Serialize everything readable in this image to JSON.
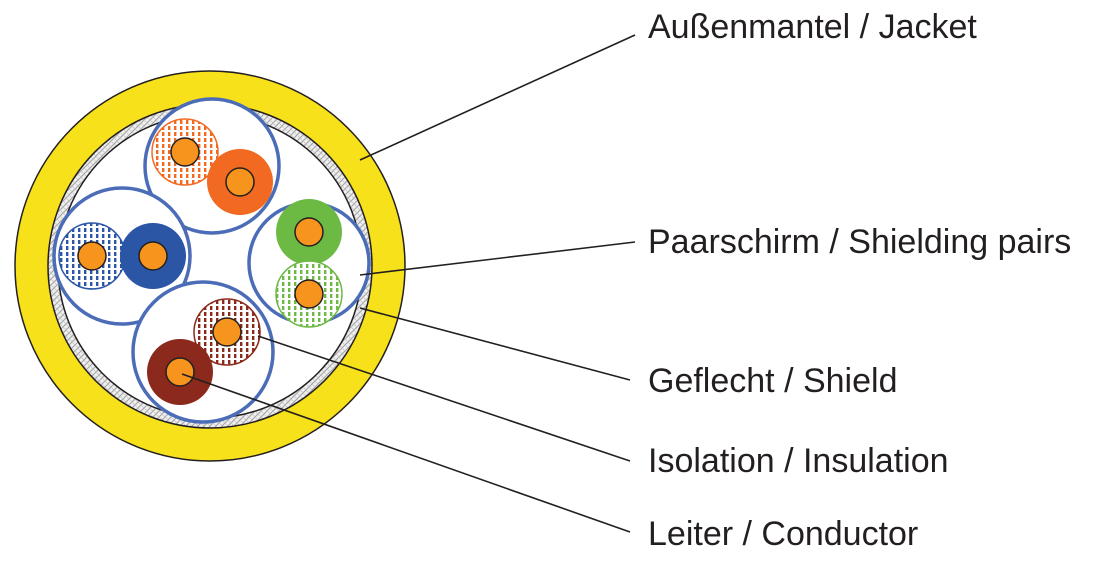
{
  "labels": {
    "jacket": "Außenmantel / Jacket",
    "shielding_pairs": "Paarschirm / Shielding pairs",
    "shield": "Geflecht / Shield",
    "insulation": "Isolation / Insulation",
    "conductor": "Leiter / Conductor"
  },
  "colors": {
    "jacket": "#f7e11a",
    "braid": "#d9d9d9",
    "pair_shield": "#4b6cb7",
    "conductor": "#f7941d",
    "orange": "#f26a21",
    "blue": "#2b56a6",
    "green": "#6cb944",
    "brown": "#8b2a1c",
    "line": "#231f20"
  },
  "pairs": [
    {
      "name": "orange-pair",
      "solid": "orange",
      "striped": "orange"
    },
    {
      "name": "blue-pair",
      "solid": "blue",
      "striped": "blue"
    },
    {
      "name": "green-pair",
      "solid": "green",
      "striped": "green"
    },
    {
      "name": "brown-pair",
      "solid": "brown",
      "striped": "brown"
    }
  ]
}
